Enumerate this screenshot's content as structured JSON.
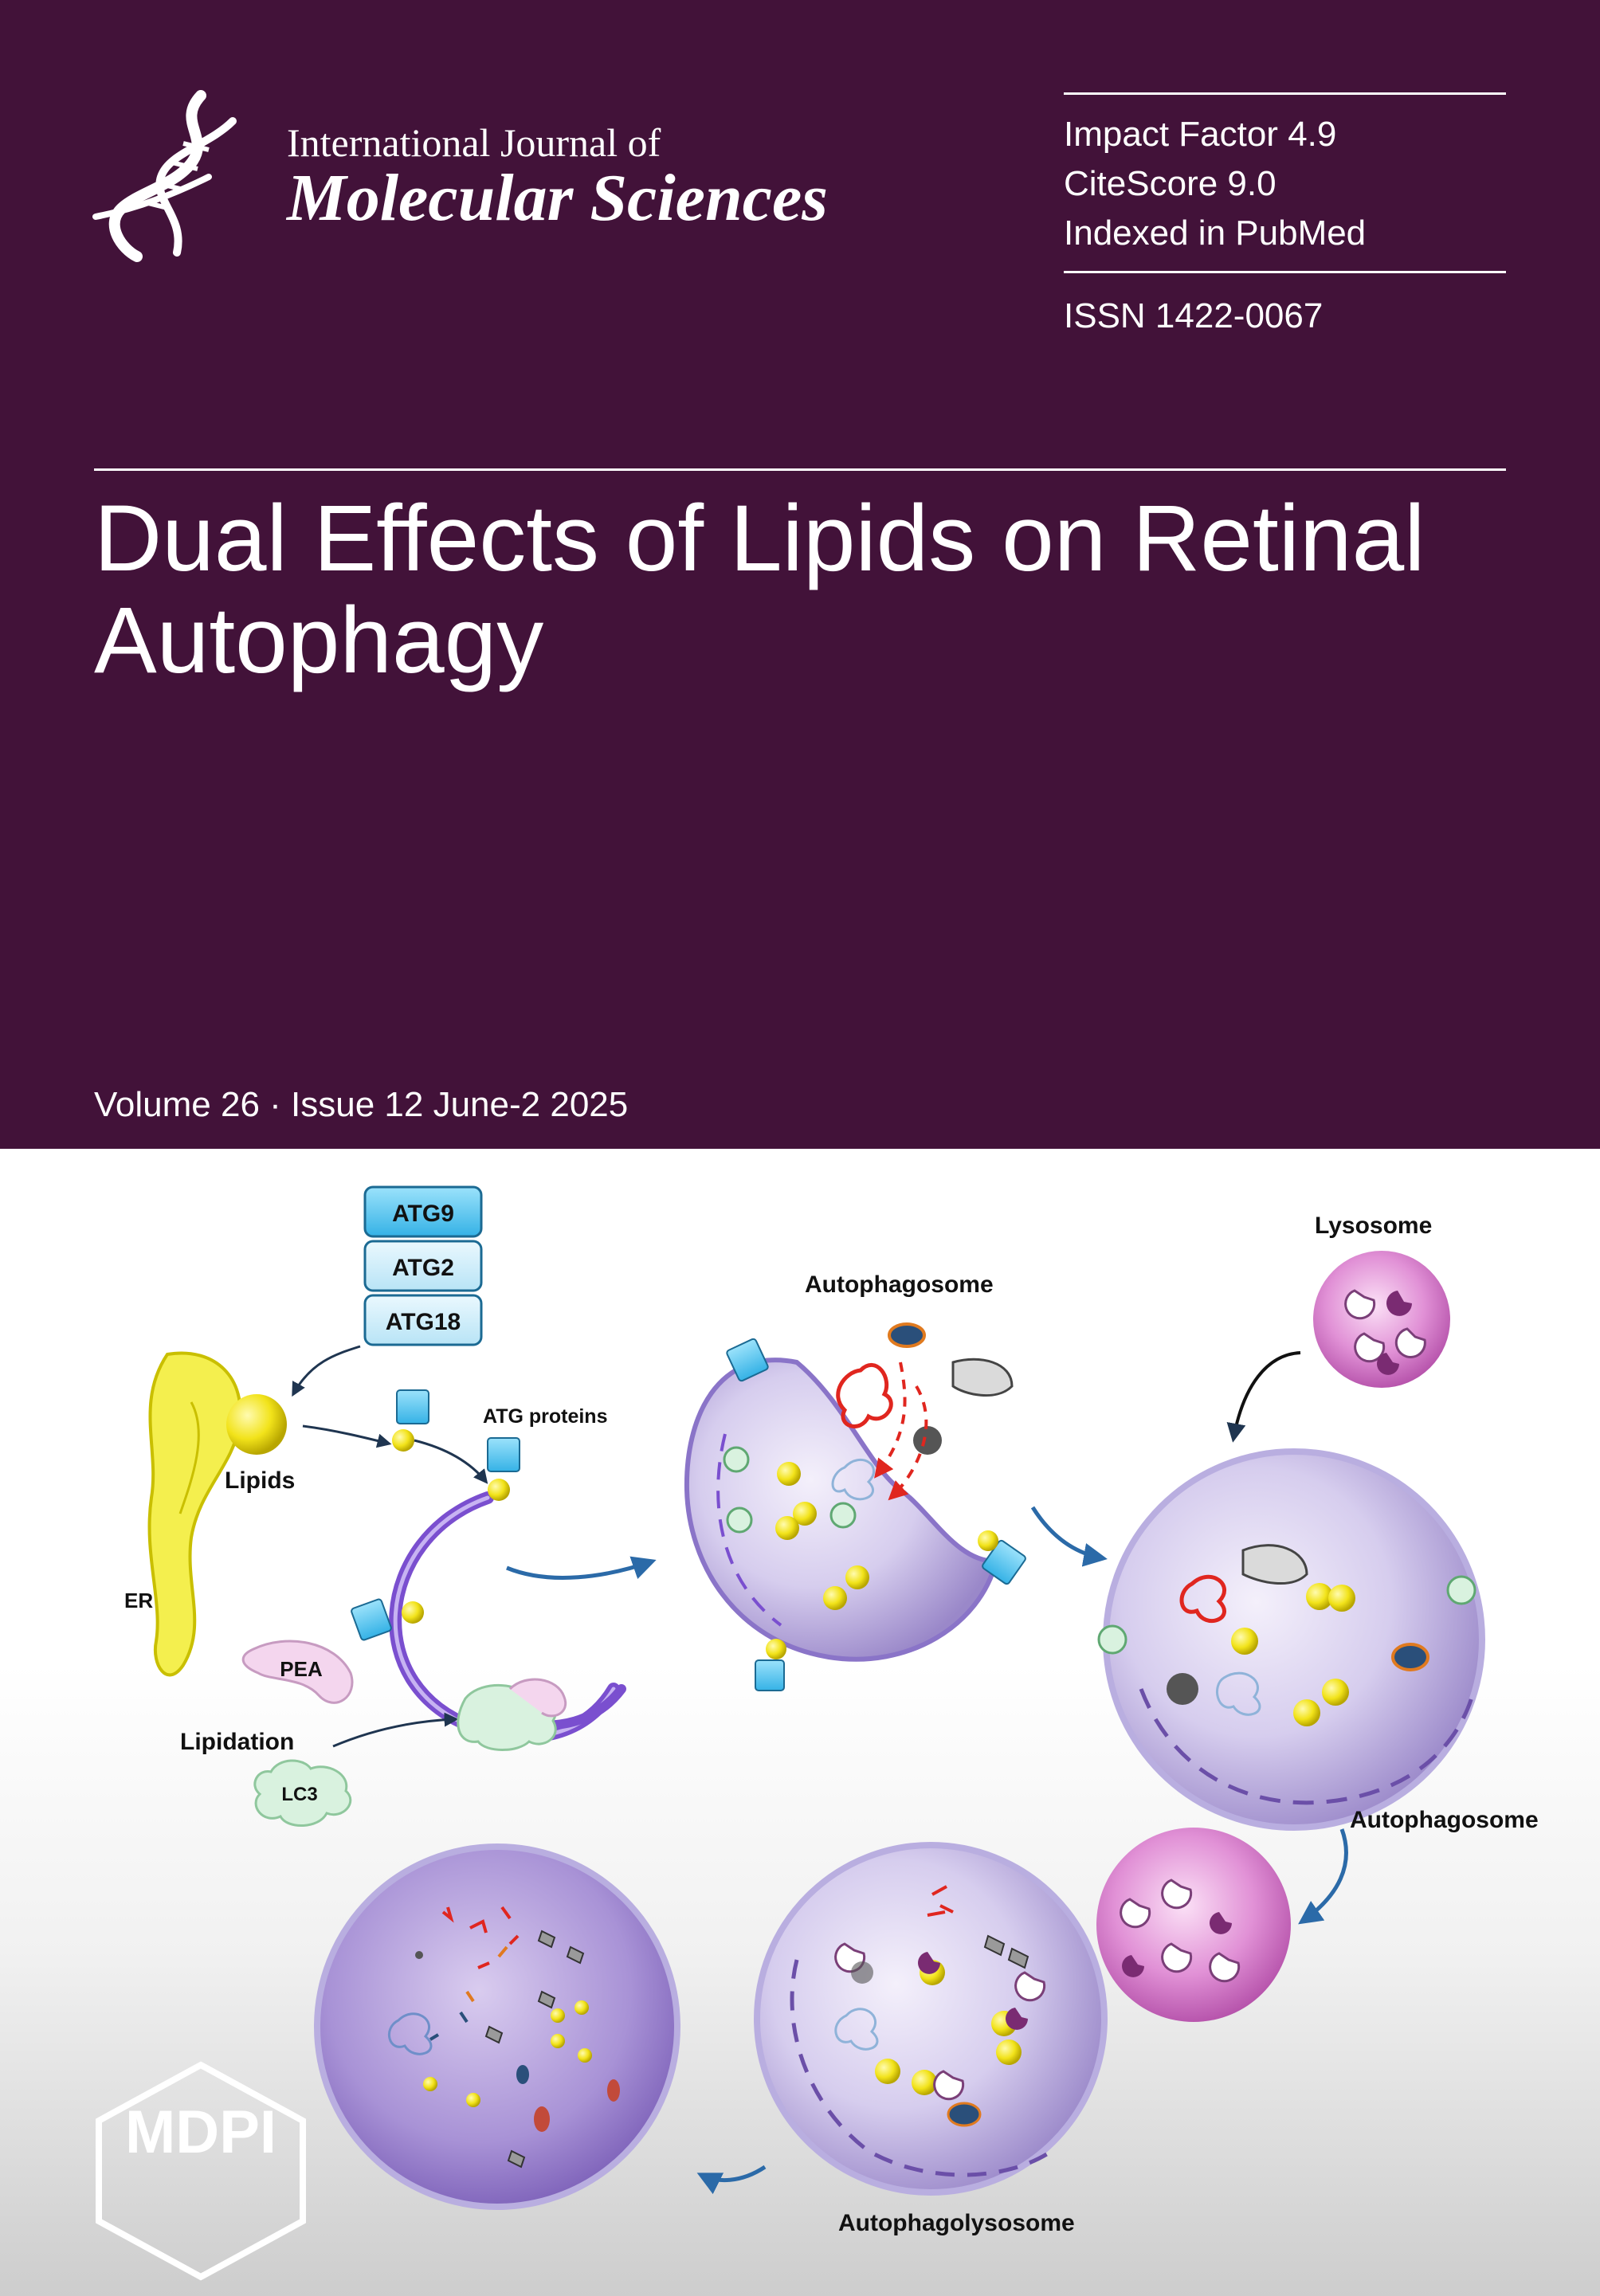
{
  "journal": {
    "line1": "International Journal of",
    "line2": "Molecular Sciences"
  },
  "metrics": {
    "impact_factor": "Impact Factor 4.9",
    "citescore": "CiteScore 9.0",
    "indexed": "Indexed in PubMed",
    "issn": "ISSN 1422-0067"
  },
  "title": "Dual Effects of Lipids on Retinal Autophagy",
  "volume_issue": "Volume 26 · Issue 12 June-2 2025",
  "publisher": "MDPI",
  "figure": {
    "atg9": "ATG9",
    "atg2": "ATG2",
    "atg18": "ATG18",
    "lipids": "Lipids",
    "er": "ER",
    "atg_proteins": "ATG proteins",
    "pea": "PEA",
    "lipidation": "Lipidation",
    "lc3": "LC3",
    "autophagosome_top": "Autophagosome",
    "lysosome": "Lysosome",
    "autophagosome_right": "Autophagosome",
    "autophagolysosome": "Autophagolysosome"
  },
  "colors": {
    "header_bg": "#421239",
    "atg_box": "#5ec8ee",
    "lipid_yellow": "#f3e61c",
    "lysosome_pink": "#c84fb4",
    "arrow_blue": "#2b6aa8"
  }
}
